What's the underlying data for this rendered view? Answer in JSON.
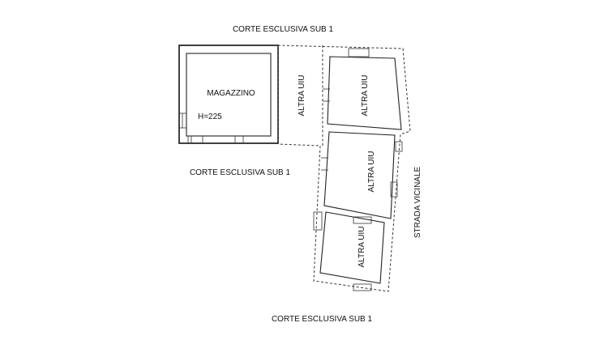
{
  "labels": {
    "corte_top": "CORTE ESCLUSIVA SUB 1",
    "corte_mid": "CORTE ESCLUSIVA SUB 1",
    "corte_bottom": "CORTE ESCLUSIVA SUB 1",
    "magazzino": "MAGAZZINO",
    "height": "H=225",
    "altra_1": "ALTRA UIU",
    "altra_2": "ALTRA UIU",
    "altra_3": "ALTRA UIU",
    "altra_4": "ALTRA UIU",
    "strada": "STRADA VICINALE"
  }
}
